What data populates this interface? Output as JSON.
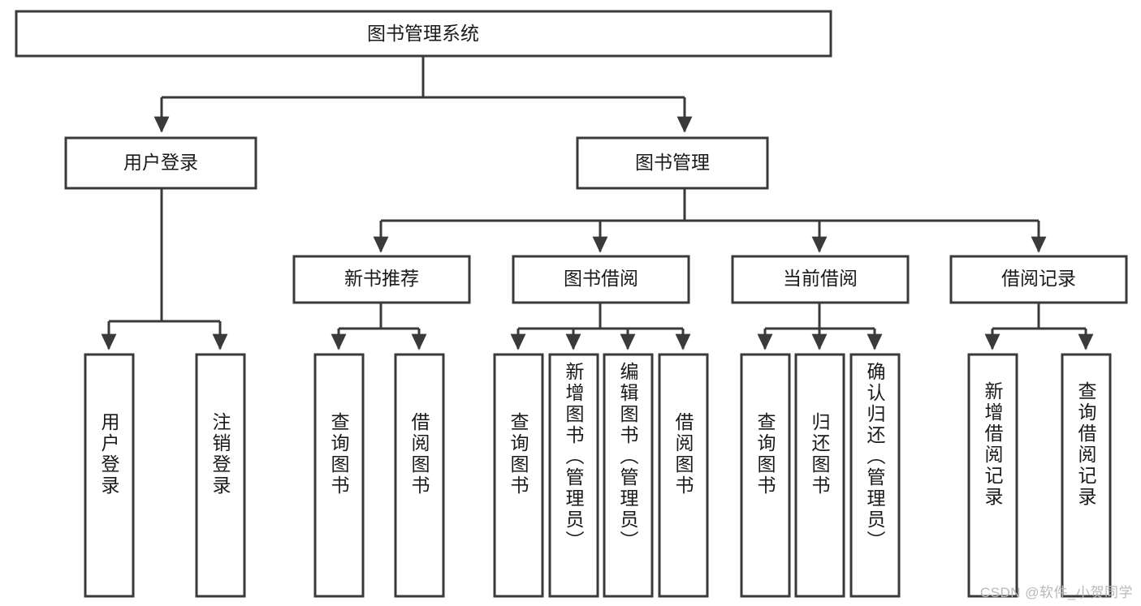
{
  "diagram": {
    "title": "图书管理系统",
    "type": "tree-hierarchy-functional-decomposition",
    "watermark": "CSDN @软件_小贺同学",
    "colors": {
      "box_stroke": "#3a3a3a",
      "box_fill": "#ffffff",
      "text": "#1a1a1a",
      "connector": "#3a3a3a",
      "background": "#ffffff",
      "watermark": "#b9b9b9"
    },
    "root": {
      "label": "图书管理系统"
    },
    "level2": [
      {
        "label": "用户登录"
      },
      {
        "label": "图书管理"
      }
    ],
    "level3": [
      {
        "label": "新书推荐"
      },
      {
        "label": "图书借阅"
      },
      {
        "label": "当前借阅"
      },
      {
        "label": "借阅记录"
      }
    ],
    "leaves": {
      "user_login": [
        {
          "label": "用户登录"
        },
        {
          "label": "注销登录"
        }
      ],
      "new_book_recommend": [
        {
          "label": "查询图书"
        },
        {
          "label": "借阅图书"
        }
      ],
      "book_borrow": [
        {
          "label": "查询图书"
        },
        {
          "label": "新增图书（管理员）"
        },
        {
          "label": "编辑图书（管理员）"
        },
        {
          "label": "借阅图书"
        }
      ],
      "current_borrow": [
        {
          "label": "查询图书"
        },
        {
          "label": "归还图书"
        },
        {
          "label": "确认归还（管理员）"
        }
      ],
      "borrow_records": [
        {
          "label": "新增借阅记录"
        },
        {
          "label": "查询借阅记录"
        }
      ]
    }
  }
}
